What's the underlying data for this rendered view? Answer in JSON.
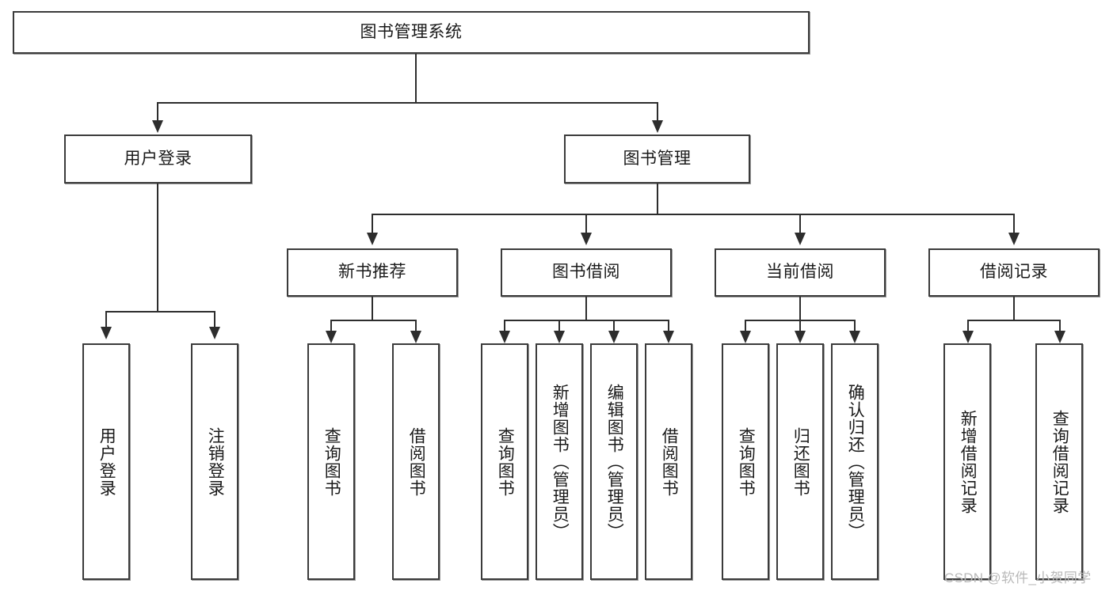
{
  "diagram": {
    "title": "图书管理系统",
    "type": "tree",
    "watermark": "CSDN @软件_小贺同学",
    "colors": {
      "box_border": "#3b3b3b",
      "box_fill": "#ffffff",
      "connector": "#2d2d2d",
      "text": "#1a1a1a",
      "watermark": "#b9b9b9",
      "background": "#ffffff"
    },
    "levels": {
      "root": "图书管理系统",
      "level2": [
        "用户登录",
        "图书管理"
      ],
      "level3": [
        "新书推荐",
        "图书借阅",
        "当前借阅",
        "借阅记录"
      ],
      "level4_groups": [
        {
          "parent": "用户登录",
          "children": [
            "用户登录",
            "注销登录"
          ]
        },
        {
          "parent": "新书推荐",
          "children": [
            "查询图书",
            "借阅图书"
          ]
        },
        {
          "parent": "图书借阅",
          "children": [
            "查询图书",
            "新增图书（管理员）",
            "编辑图书（管理员）",
            "借阅图书"
          ]
        },
        {
          "parent": "当前借阅",
          "children": [
            "查询图书",
            "归还图书",
            "确认归还（管理员）"
          ]
        },
        {
          "parent": "借阅记录",
          "children": [
            "新增借阅记录",
            "查询借阅记录"
          ]
        }
      ]
    },
    "nodes": {
      "root": {
        "text": "图书管理系统"
      },
      "user_login": {
        "text": "用户登录"
      },
      "book_manage": {
        "text": "图书管理"
      },
      "new_book_rec": {
        "text": "新书推荐"
      },
      "book_borrow": {
        "text": "图书借阅"
      },
      "current_borrow": {
        "text": "当前借阅"
      },
      "borrow_record": {
        "text": "借阅记录"
      },
      "leaf_user_login": {
        "text": "用户登录"
      },
      "leaf_logout": {
        "text": "注销登录"
      },
      "leaf_query_book_a": {
        "text": "查询图书"
      },
      "leaf_borrow_book_a": {
        "text": "借阅图书"
      },
      "leaf_query_book_b": {
        "text": "查询图书"
      },
      "leaf_add_book": {
        "text": "新增图书（管理员）"
      },
      "leaf_edit_book": {
        "text": "编辑图书（管理员）"
      },
      "leaf_borrow_book_b": {
        "text": "借阅图书"
      },
      "leaf_query_book_c": {
        "text": "查询图书"
      },
      "leaf_return_book": {
        "text": "归还图书"
      },
      "leaf_confirm_return": {
        "text": "确认归还（管理员）"
      },
      "leaf_add_record": {
        "text": "新增借阅记录"
      },
      "leaf_query_record": {
        "text": "查询借阅记录"
      }
    }
  }
}
